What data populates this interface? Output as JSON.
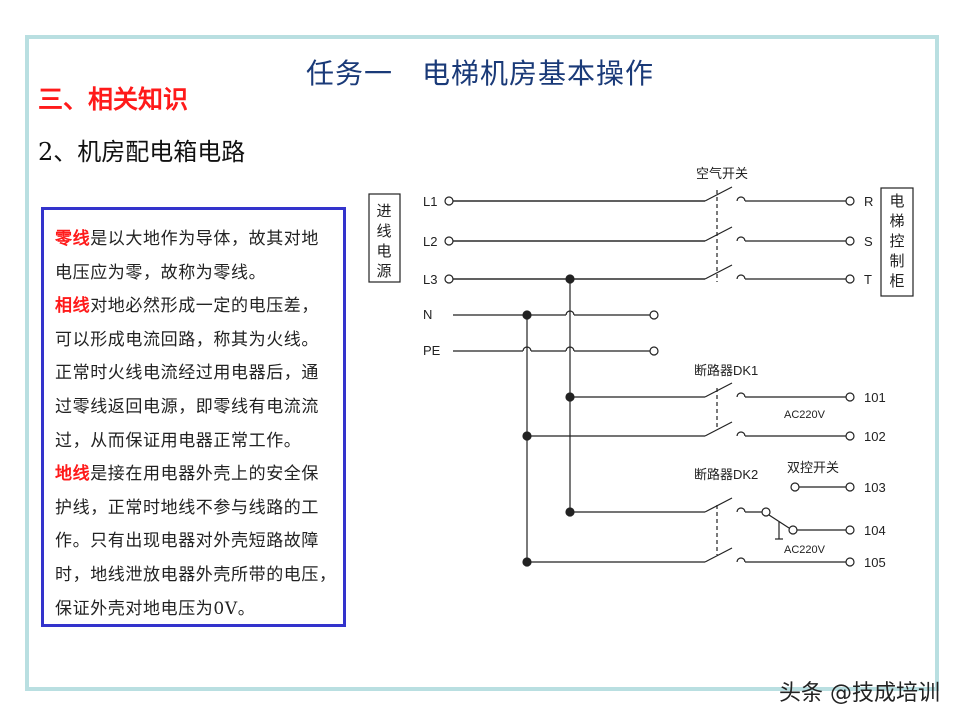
{
  "title": "任务一　电梯机房基本操作",
  "section": "三、相关知识",
  "subtitle": "2、机房配电箱电路",
  "note_lines": [
    {
      "term": "零线",
      "text": "是以大地作为导体，故其对地"
    },
    {
      "term": "",
      "text": "电压应为零，故称为零线。"
    },
    {
      "term": "相线",
      "text": "对地必然形成一定的电压差，"
    },
    {
      "term": "",
      "text": "可以形成电流回路，称其为火线。"
    },
    {
      "term": "",
      "text": "正常时火线电流经过用电器后，通"
    },
    {
      "term": "",
      "text": "过零线返回电源，即零线有电流流"
    },
    {
      "term": "",
      "text": "过，从而保证用电器正常工作。"
    },
    {
      "term": "地线",
      "text": "是接在用电器外壳上的安全保"
    },
    {
      "term": "",
      "text": "护线，正常时地线不参与线路的工"
    },
    {
      "term": "",
      "text": "作。只有出现电器对外壳短路故障"
    },
    {
      "term": "",
      "text": "时，地线泄放电器外壳所带的电压，"
    },
    {
      "term": "",
      "text": "保证外壳对地电压为0V。"
    }
  ],
  "diagram": {
    "source_box": [
      "进",
      "线",
      "电",
      "源"
    ],
    "cabinet_box": [
      "电",
      "梯",
      "控",
      "制",
      "柜"
    ],
    "inputs": [
      "L1",
      "L2",
      "L3",
      "N",
      "PE"
    ],
    "outputs": [
      "R",
      "S",
      "T"
    ],
    "air_switch": "空气开关",
    "dk1": "断路器DK1",
    "dk2": "断路器DK2",
    "two_way": "双控开关",
    "ac1": "AC220V",
    "ac2": "AC220V",
    "terminals": [
      "101",
      "102",
      "103",
      "104",
      "105"
    ]
  },
  "watermark": "头条 @技成培训"
}
